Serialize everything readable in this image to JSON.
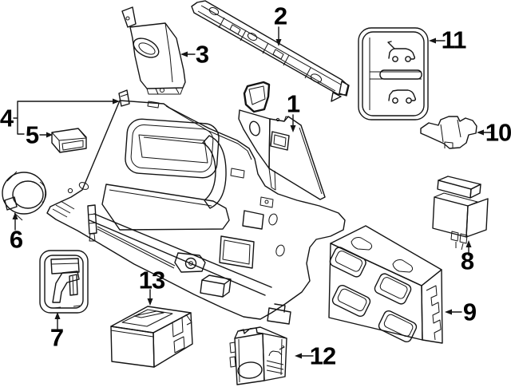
{
  "diagram": {
    "background_color": "#ffffff",
    "line_color": "#141414",
    "description_icons": [
      "suv-liftgate-open-icon",
      "suv-liftgate-closed-icon",
      "liftgate-switch-icon"
    ],
    "callouts": [
      {
        "number": "1"
      },
      {
        "number": "2"
      },
      {
        "number": "3"
      },
      {
        "number": "4"
      },
      {
        "number": "5"
      },
      {
        "number": "6"
      },
      {
        "number": "7"
      },
      {
        "number": "8"
      },
      {
        "number": "9"
      },
      {
        "number": "10"
      },
      {
        "number": "11"
      },
      {
        "number": "12"
      },
      {
        "number": "13"
      }
    ]
  }
}
